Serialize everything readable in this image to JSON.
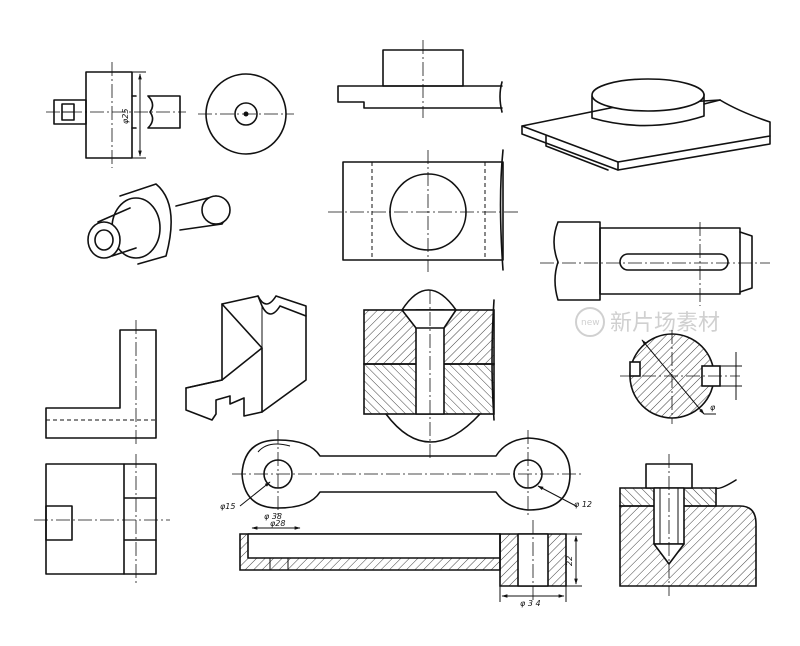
{
  "colors": {
    "ink": "#111111",
    "background": "#ffffff",
    "watermark": "#d0d0d0"
  },
  "dimensions": {
    "d25": "φ25",
    "d15": "φ15",
    "d38": "φ 38",
    "d28": "φ28",
    "d12": "φ 12",
    "d34": "φ 3 4",
    "h22": "22",
    "phi": "φ"
  },
  "watermark": {
    "text": "新片场素材",
    "badge": "new"
  }
}
